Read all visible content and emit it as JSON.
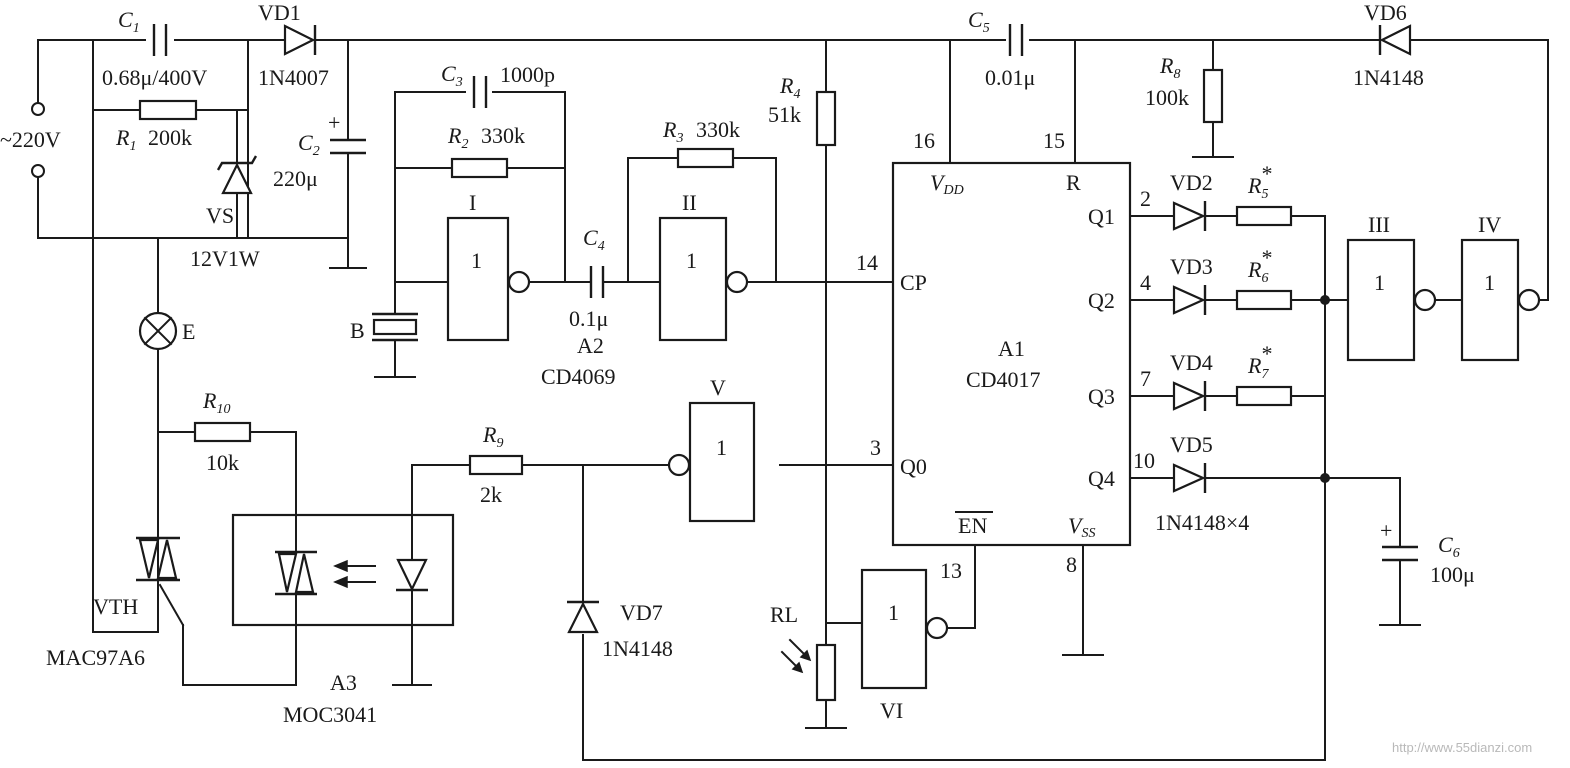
{
  "labels": {
    "c1": "C",
    "c1_sub": "1",
    "c1_val": "0.68μ/400V",
    "vd1": "VD1",
    "vd1_val": "1N4007",
    "r1": "R",
    "r1_sub": "1",
    "r1_val": "200k",
    "vs": "VS",
    "vs_val": "12V1W",
    "c2": "C",
    "c2_sub": "2",
    "c2_val": "220μ",
    "supply": "~220V",
    "c3": "C",
    "c3_sub": "3",
    "c3_val": "1000p",
    "r2": "R",
    "r2_sub": "2",
    "r2_val": "330k",
    "r3": "R",
    "r3_sub": "3",
    "r3_val": "330k",
    "r4": "R",
    "r4_sub": "4",
    "r4_val": "51k",
    "c4": "C",
    "c4_sub": "4",
    "c4_val": "0.1μ",
    "a2": "A2",
    "a2_val": "CD4069",
    "gate1": "I",
    "gate2": "II",
    "gate3": "III",
    "gate4": "IV",
    "gate5": "V",
    "gate6": "VI",
    "gate_symbol": "1",
    "b": "B",
    "c5": "C",
    "c5_sub": "5",
    "c5_val": "0.01μ",
    "r8": "R",
    "r8_sub": "8",
    "r8_val": "100k",
    "vd6": "VD6",
    "vd6_val": "1N4148",
    "pin16": "16",
    "pin15": "15",
    "pin14": "14",
    "pin3": "3",
    "pin2": "2",
    "pin4": "4",
    "pin7": "7",
    "pin10": "10",
    "pin13": "13",
    "pin8": "8",
    "vdd": "V",
    "vdd_sub": "DD",
    "r_pin": "R",
    "cp": "CP",
    "q0": "Q0",
    "q1": "Q1",
    "q2": "Q2",
    "q3": "Q3",
    "q4": "Q4",
    "en": "EN",
    "vss": "V",
    "vss_sub": "SS",
    "a1": "A1",
    "a1_val": "CD4017",
    "vd2": "VD2",
    "vd3": "VD3",
    "vd4": "VD4",
    "vd5": "VD5",
    "diodes_val": "1N4148×4",
    "r5": "R",
    "r5_sub": "5",
    "r6": "R",
    "r6_sub": "6",
    "r7": "R",
    "r7_sub": "7",
    "star": "*",
    "c6": "C",
    "c6_sub": "6",
    "c6_val": "100μ",
    "e": "E",
    "r10": "R",
    "r10_sub": "10",
    "r10_val": "10k",
    "r9": "R",
    "r9_sub": "9",
    "r9_val": "2k",
    "vth": "VTH",
    "vth_val": "MAC97A6",
    "a3": "A3",
    "a3_val": "MOC3041",
    "vd7": "VD7",
    "vd7_val": "1N4148",
    "rl": "RL",
    "plus": "+",
    "watermark": "http://www.55dianzi.com"
  }
}
